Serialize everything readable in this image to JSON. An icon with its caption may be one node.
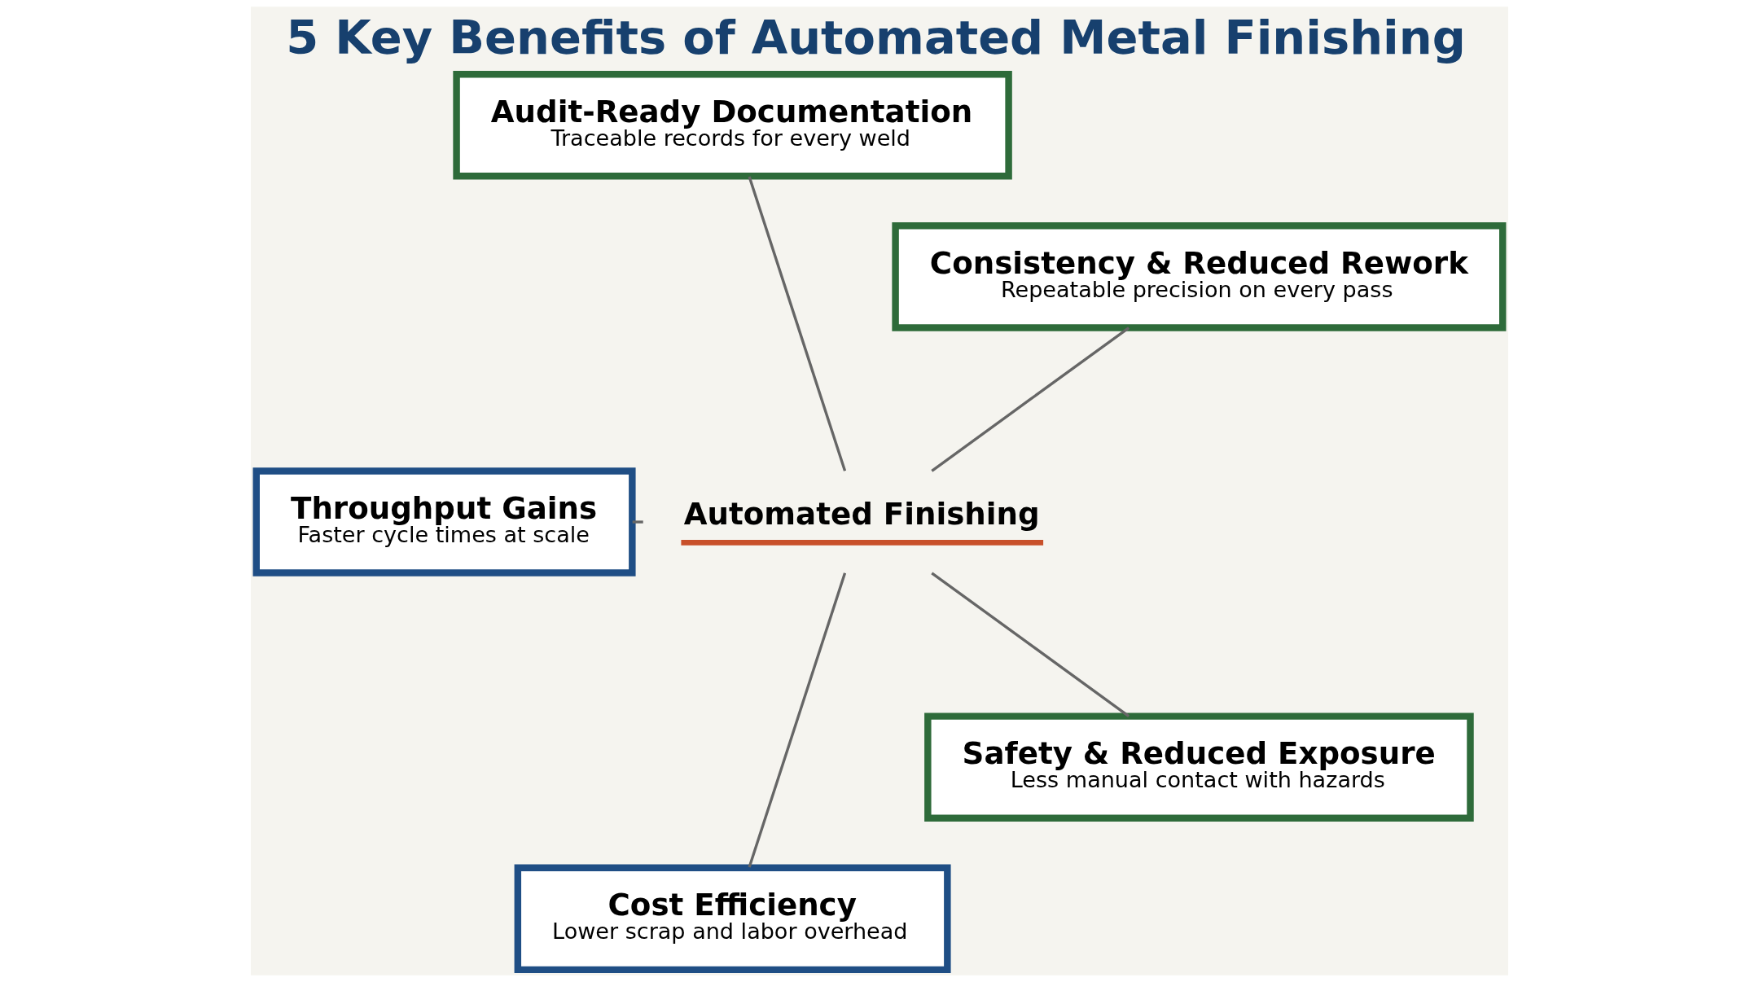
{
  "diagram": {
    "title": "5 Key Benefits of Automated Metal Finishing",
    "nodes": [
      {
        "text": [
          "Consistency & Reduced Rework",
          "Repeatable precision on every pass"
        ]
      },
      {
        "text": [
          "Audit-Ready Documentation",
          "Traceable records for every weld"
        ]
      },
      {
        "text": [
          "Automated Finishing"
        ]
      },
      {
        "text": [
          "Throughput Gains",
          "Faster cycle times at scale"
        ]
      },
      {
        "text": [
          "Cost Efficiency",
          "Lower scrap and labor overhead"
        ]
      },
      {
        "text": [
          "Safety & Reduced Exposure",
          "Less manual contact with hazards"
        ]
      }
    ],
    "edges": [
      {
        "from": 2,
        "to": 0,
        "arrow": "none"
      },
      {
        "from": 2,
        "to": 1,
        "arrow": "none"
      },
      {
        "from": 2,
        "to": 3,
        "arrow": "none"
      },
      {
        "from": 2,
        "to": 4,
        "arrow": "none"
      },
      {
        "from": 2,
        "to": 5,
        "arrow": "none"
      }
    ]
  }
}
